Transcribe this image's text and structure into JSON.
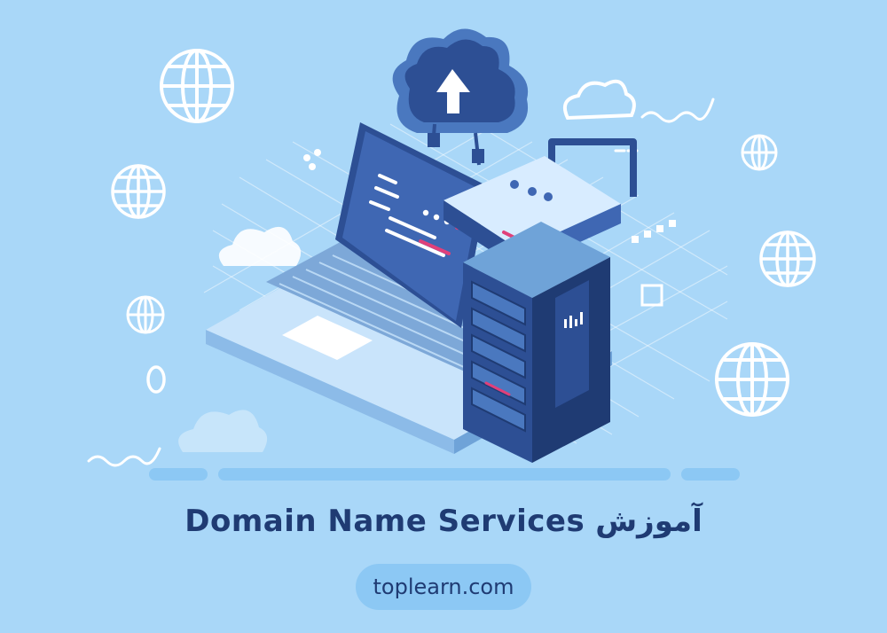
{
  "title": {
    "english": "Domain Name Services",
    "persian": "آموزش"
  },
  "footer": {
    "site": "toplearn.com"
  },
  "colors": {
    "background": "#a9d7f8",
    "navy": "#1f3b73",
    "accent_pink": "#e0407a",
    "light_blue": "#d8ecff",
    "white": "#ffffff"
  },
  "icons": [
    "globe-icon",
    "cloud-icon",
    "laptop-icon",
    "server-rack-icon",
    "router-icon",
    "upload-arrow-icon"
  ]
}
